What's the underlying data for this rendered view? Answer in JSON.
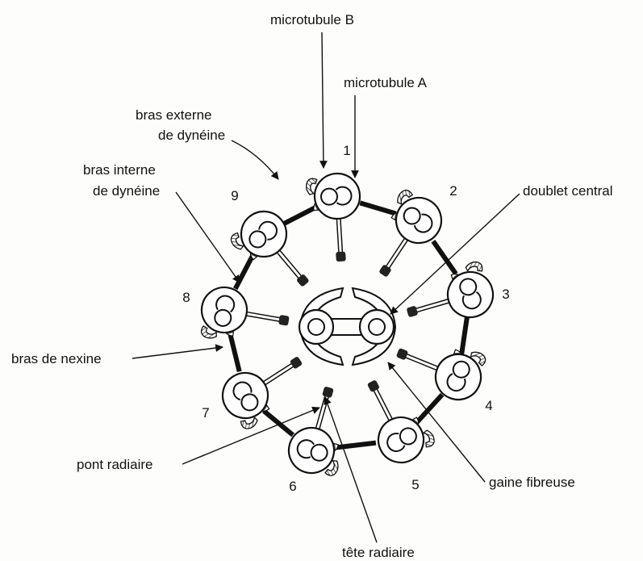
{
  "labels": {
    "microtubule_b": "microtubule B",
    "microtubule_a": "microtubule A",
    "outer_arm_line1": "bras externe",
    "outer_arm_line2": "de dynéine",
    "inner_arm_line1": "bras interne",
    "inner_arm_line2": "de dynéine",
    "central_doublet": "doublet central",
    "nexin_arm": "bras de nexine",
    "radial_bridge": "pont radiaire",
    "radial_head": "tête radiaire",
    "fibrous_sheath": "gaine fibreuse"
  },
  "doublets": [
    {
      "number": "1"
    },
    {
      "number": "2"
    },
    {
      "number": "3"
    },
    {
      "number": "4"
    },
    {
      "number": "5"
    },
    {
      "number": "6"
    },
    {
      "number": "7"
    },
    {
      "number": "8"
    },
    {
      "number": "9"
    }
  ],
  "colors": {
    "ink": "#111111",
    "fill": "#ffffff",
    "hatch": "#555555"
  }
}
